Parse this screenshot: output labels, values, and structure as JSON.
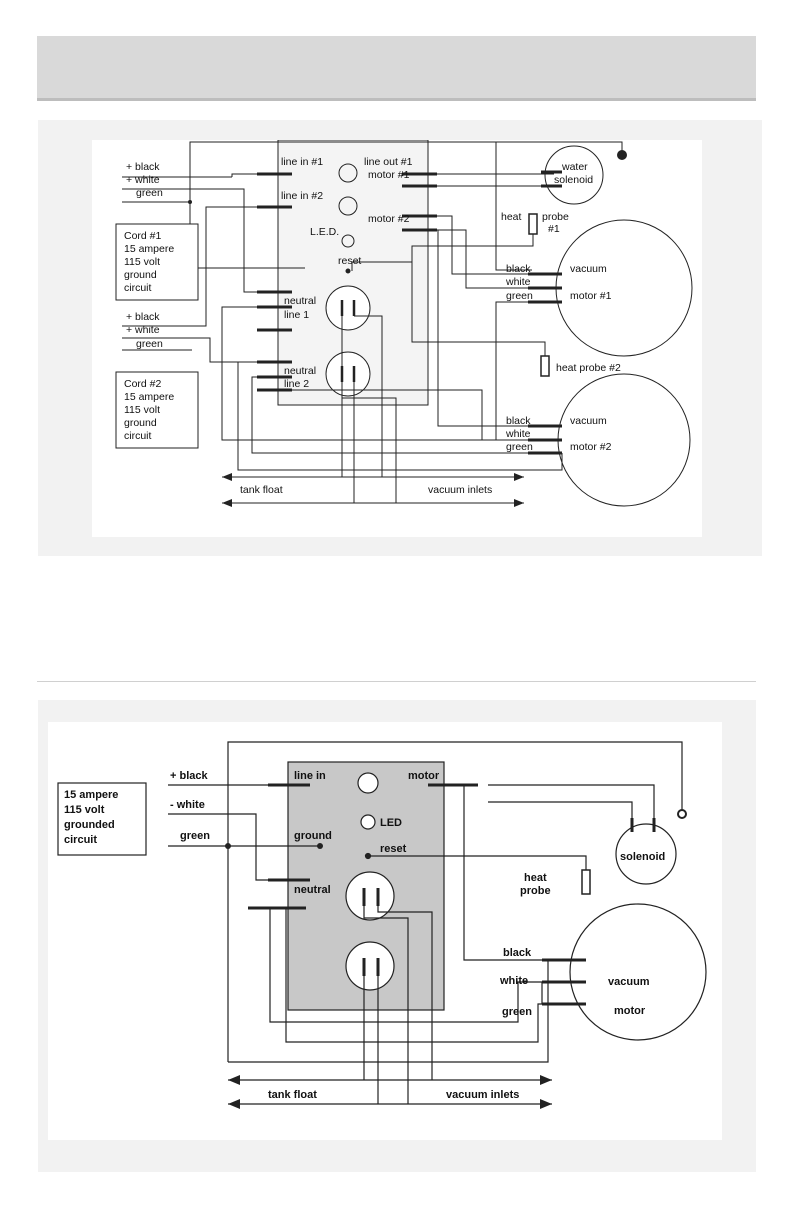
{
  "diagram1": {
    "cord1_wires": [
      "+ black",
      "+ white",
      "green"
    ],
    "cord2_wires": [
      "+ black",
      "+ white",
      "green"
    ],
    "cord1_box": [
      "Cord #1",
      "15 ampere",
      "115 volt",
      "ground",
      "circuit"
    ],
    "cord2_box": [
      "Cord #2",
      "15 ampere",
      "115 volt",
      "ground",
      "circuit"
    ],
    "panel_labels": {
      "line_in_1": "line in #1",
      "line_out_1": "line out #1",
      "motor_1": "motor #1",
      "line_in_2": "line in #2",
      "motor_2": "motor #2",
      "led": "L.E.D.",
      "reset": "reset",
      "neutral_1": "neutral",
      "line1": "line 1",
      "neutral_2": "neutral",
      "line2": "line 2"
    },
    "water_solenoid": [
      "water",
      "solenoid"
    ],
    "heat_probe_1": [
      "heat",
      "probe",
      "#1"
    ],
    "heat_probe_2": "heat probe #2",
    "vacuum_motor_1": {
      "black": "black",
      "white": "white",
      "green": "green",
      "vacuum": "vacuum",
      "motor": "motor #1"
    },
    "vacuum_motor_2": {
      "black": "black",
      "white": "white",
      "green": "green",
      "vacuum": "vacuum",
      "motor": "motor #2"
    },
    "tank_float": "tank float",
    "vacuum_inlets": "vacuum inlets"
  },
  "diagram2": {
    "circuit_box": [
      "15 ampere",
      "115 volt",
      "grounded",
      "circuit"
    ],
    "wire_black": "+ black",
    "wire_white": "-  white",
    "wire_green": "green",
    "line_in": "line in",
    "motor_label": "motor",
    "led": "LED",
    "ground": "ground",
    "reset": "reset",
    "neutral": "neutral",
    "solenoid": "solenoid",
    "heat_probe": [
      "heat",
      "probe"
    ],
    "vacuum_motor": {
      "black": "black",
      "white": "white",
      "green": "green",
      "vacuum": "vacuum",
      "motor": "motor"
    },
    "tank_float": "tank float",
    "vacuum_inlets": "vacuum inlets"
  }
}
